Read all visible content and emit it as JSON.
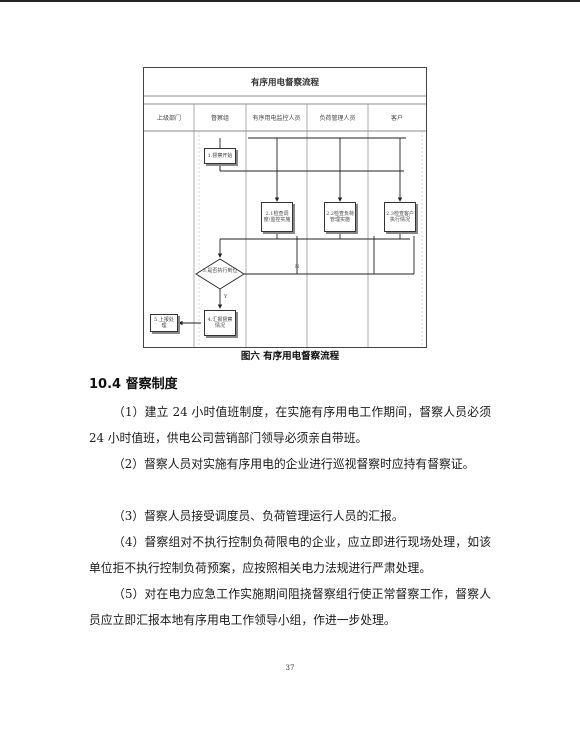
{
  "flowchart": {
    "title": "有序用电督察流程",
    "lanes": [
      "上级部门",
      "督察组",
      "有序用电监控人员",
      "负荷管理人员",
      "客户"
    ],
    "nodes": {
      "start": "1.督察开始",
      "check_a": "2.1检查调度/监控实施",
      "check_b": "2.2检查负荷管理实施",
      "check_c": "2.3检查客户执行情况",
      "decision": "3.是否执行到位",
      "handle": "4.汇报督察情况",
      "report": "5.上报处理"
    },
    "edge_labels": {
      "no": "N",
      "yes": "Y"
    }
  },
  "caption": "图六 有序用电督察流程",
  "section": {
    "number": "10.4",
    "title": "督察制度"
  },
  "paragraphs": [
    "（1）建立 24 小时值班制度，在实施有序用电工作期间，督察人员必须 24 小时值班，供电公司营销部门领导必须亲自带班。",
    "（2）督察人员对实施有序用电的企业进行巡视督察时应持有督察证。",
    "（3）督察人员接受调度员、负荷管理运行人员的汇报。",
    "（4）督察组对不执行控制负荷限电的企业，应立即进行现场处理，如该单位拒不执行控制负荷预案，应按照相关电力法规进行严肃处理。",
    "（5）对在电力应急工作实施期间阻挠督察组行使正常督察工作，督察人员应立即汇报本地有序用电工作领导小组，作进一步处理。"
  ],
  "page_number": "37"
}
